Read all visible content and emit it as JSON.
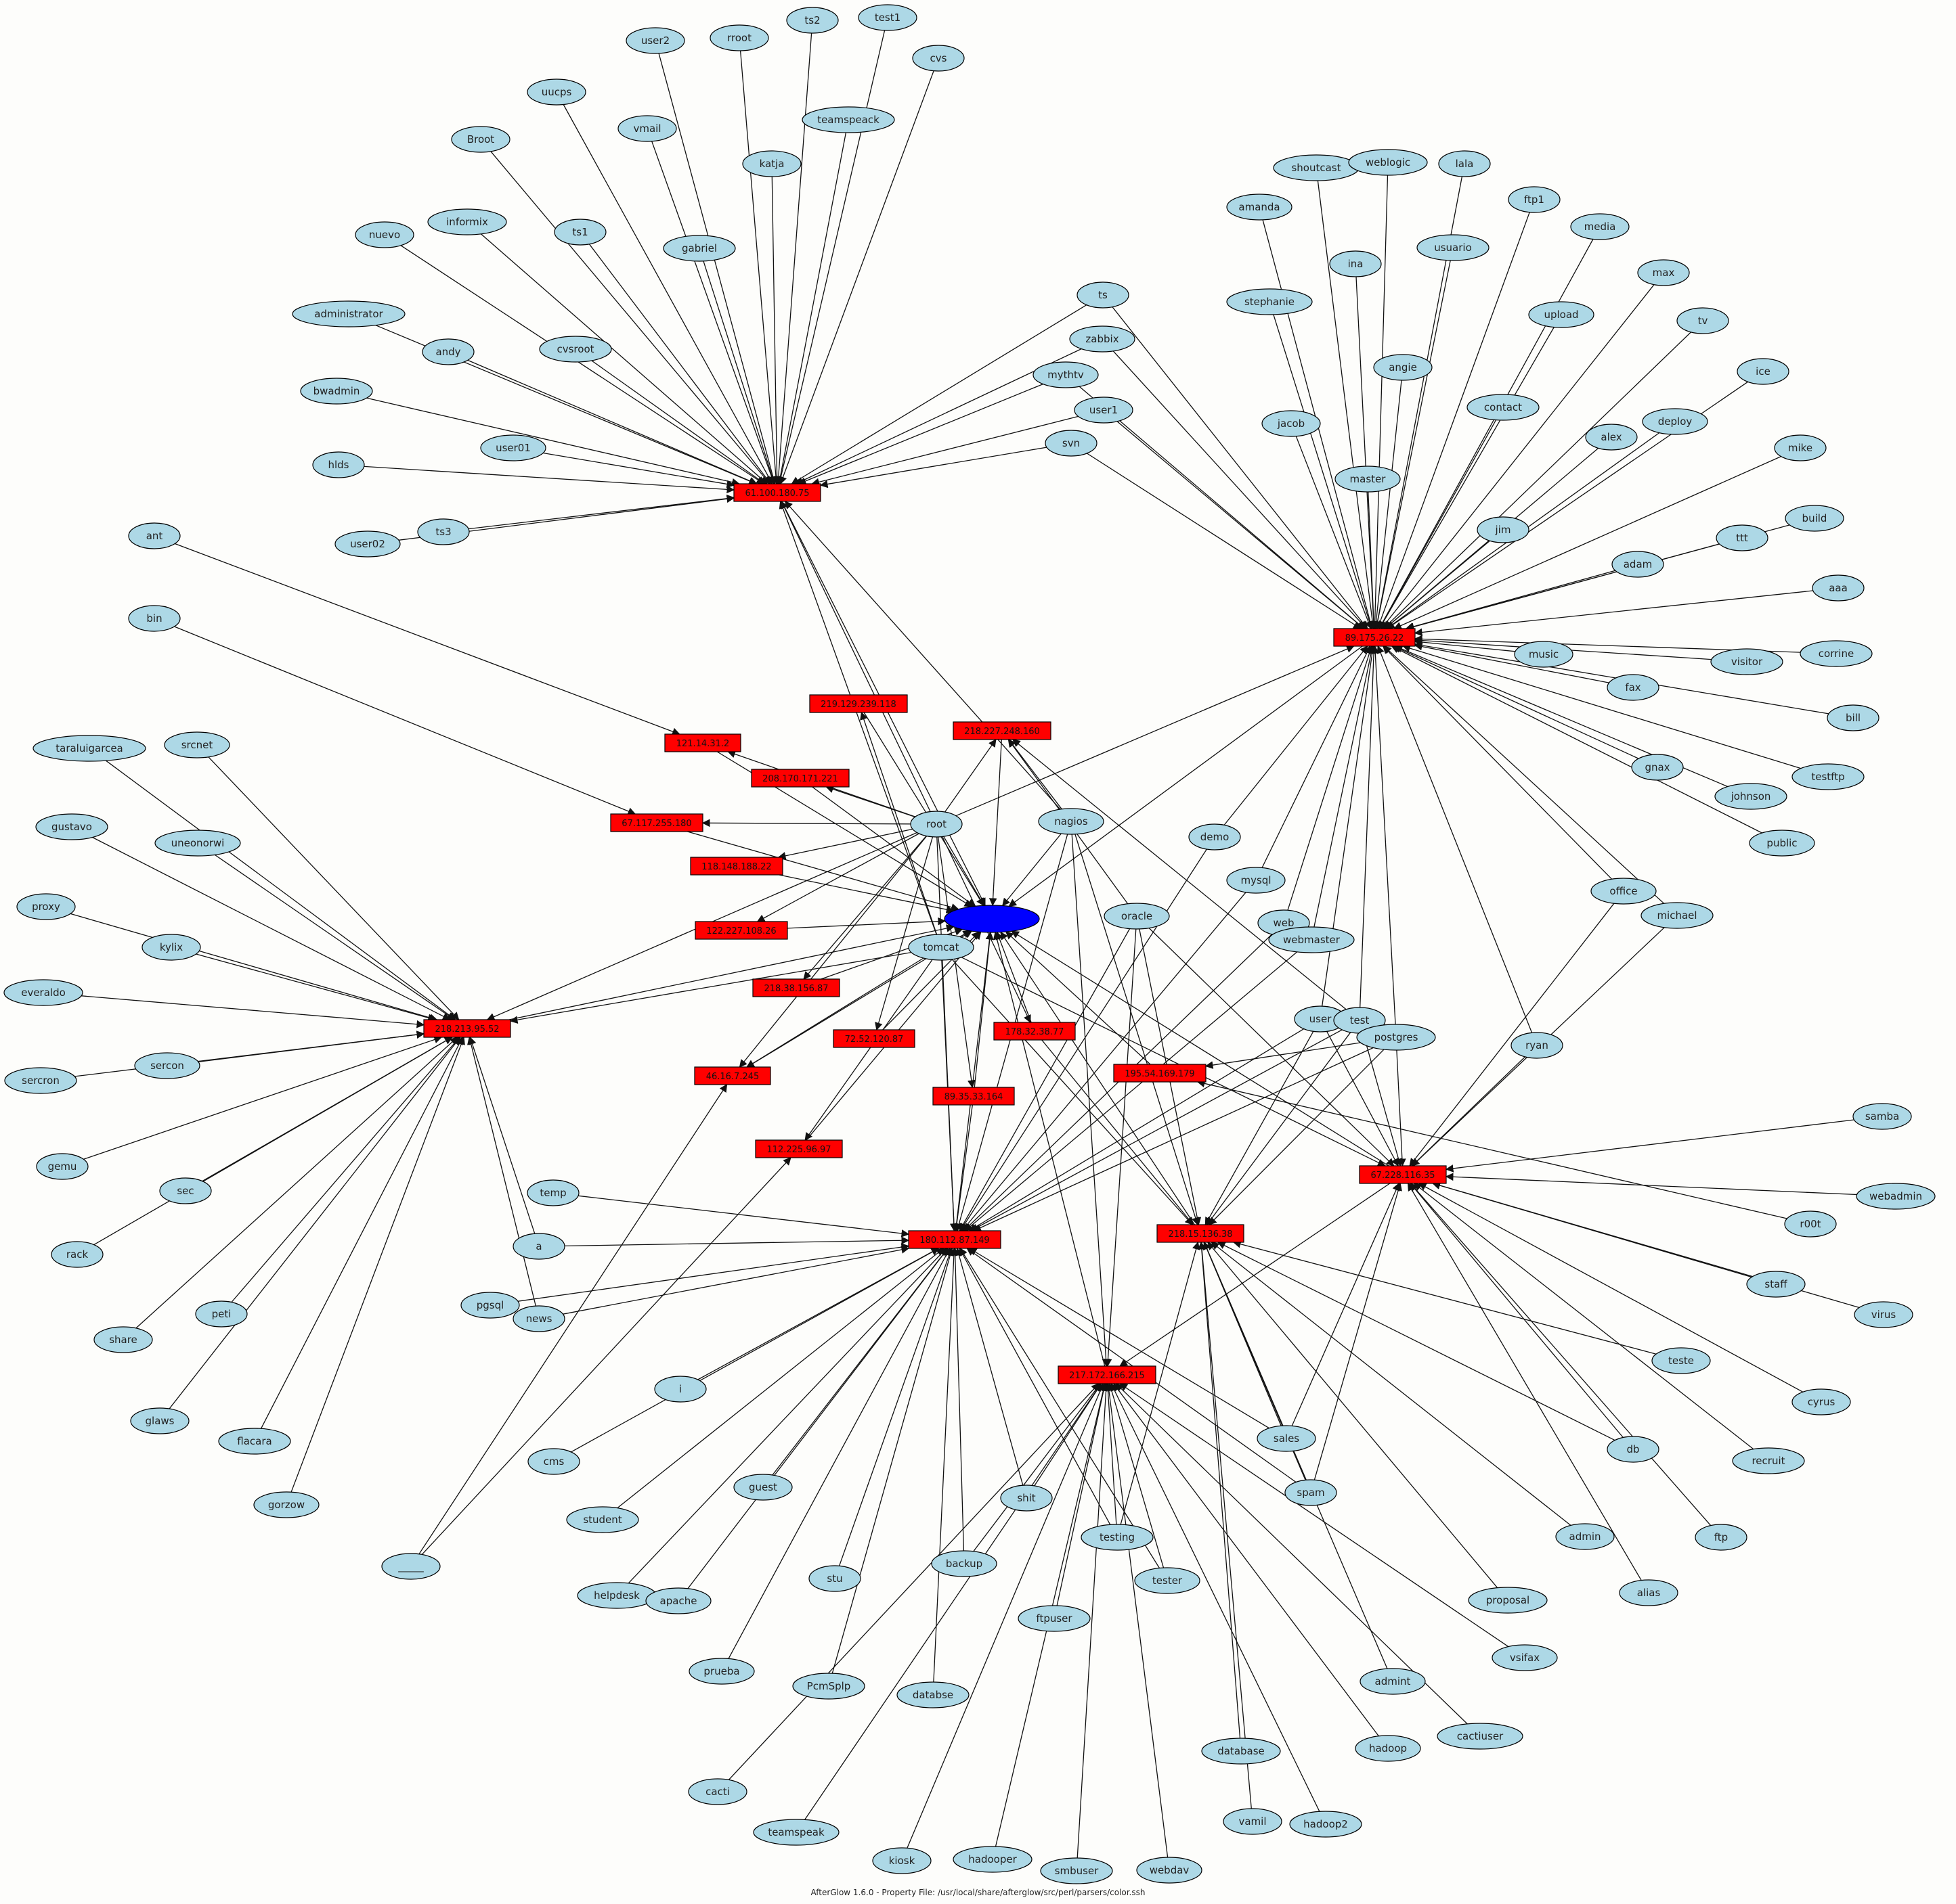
{
  "caption": "AfterGlow 1.6.0 - Property File: /usr/local/share/afterglow/src/perl/parsers/color.ssh",
  "colors": {
    "user": "#add8e6",
    "source": "#ff0000",
    "center": "#0000ff",
    "edge": "#111111"
  },
  "center": {
    "id": "C",
    "label": ""
  },
  "sources": [
    {
      "id": "H1",
      "label": "61.100.180.75"
    },
    {
      "id": "H2",
      "label": "89.175.26.22"
    },
    {
      "id": "H3",
      "label": "218.213.95.52"
    },
    {
      "id": "H4",
      "label": "67.228.116.35"
    },
    {
      "id": "H5",
      "label": "180.112.87.149"
    },
    {
      "id": "H6",
      "label": "218.15.136.38"
    },
    {
      "id": "H7",
      "label": "217.172.166.215"
    },
    {
      "id": "H8",
      "label": "195.54.169.179"
    },
    {
      "id": "S1",
      "label": "219.129.239.118"
    },
    {
      "id": "S2",
      "label": "121.14.31.2"
    },
    {
      "id": "S3",
      "label": "208.170.171.221"
    },
    {
      "id": "S4",
      "label": "218.227.248.160"
    },
    {
      "id": "S5",
      "label": "67.117.255.180"
    },
    {
      "id": "S6",
      "label": "118.148.188.22"
    },
    {
      "id": "S7",
      "label": "122.227.108.26"
    },
    {
      "id": "S8",
      "label": "218.38.156.87"
    },
    {
      "id": "S9",
      "label": "46.16.7.245"
    },
    {
      "id": "S10",
      "label": "72.52.120.87"
    },
    {
      "id": "S11",
      "label": "178.32.38.77"
    },
    {
      "id": "S12",
      "label": "89.35.33.164"
    },
    {
      "id": "S13",
      "label": "112.225.96.97"
    }
  ],
  "users": [
    {
      "id": "user2",
      "label": "user2",
      "targets": [
        "H1"
      ]
    },
    {
      "id": "rroot",
      "label": "rroot",
      "targets": [
        "H1"
      ]
    },
    {
      "id": "ts2",
      "label": "ts2",
      "targets": [
        "H1"
      ]
    },
    {
      "id": "test1",
      "label": "test1",
      "targets": [
        "H1"
      ]
    },
    {
      "id": "cvs",
      "label": "cvs",
      "targets": [
        "H1"
      ]
    },
    {
      "id": "uucps",
      "label": "uucps",
      "targets": [
        "H1"
      ]
    },
    {
      "id": "vmail",
      "label": "vmail",
      "targets": [
        "H1"
      ]
    },
    {
      "id": "teamspeack",
      "label": "teamspeack",
      "targets": [
        "H1"
      ]
    },
    {
      "id": "Broot",
      "label": "Broot",
      "targets": [
        "H1"
      ]
    },
    {
      "id": "katja",
      "label": "katja",
      "targets": [
        "H1"
      ]
    },
    {
      "id": "informix",
      "label": "informix",
      "targets": [
        "H1"
      ]
    },
    {
      "id": "ts1",
      "label": "ts1",
      "targets": [
        "H1"
      ]
    },
    {
      "id": "gabriel",
      "label": "gabriel",
      "targets": [
        "H1"
      ]
    },
    {
      "id": "nuevo",
      "label": "nuevo",
      "targets": [
        "H1"
      ]
    },
    {
      "id": "administrator",
      "label": "administrator",
      "targets": [
        "H1"
      ]
    },
    {
      "id": "andy",
      "label": "andy",
      "targets": [
        "H1"
      ]
    },
    {
      "id": "cvsroot",
      "label": "cvsroot",
      "targets": [
        "H1"
      ]
    },
    {
      "id": "bwadmin",
      "label": "bwadmin",
      "targets": [
        "H1"
      ]
    },
    {
      "id": "user01",
      "label": "user01",
      "targets": [
        "H1"
      ]
    },
    {
      "id": "hlds",
      "label": "hlds",
      "targets": [
        "H1"
      ]
    },
    {
      "id": "ts3",
      "label": "ts3",
      "targets": [
        "H1"
      ]
    },
    {
      "id": "user02",
      "label": "user02",
      "targets": [
        "H1"
      ]
    },
    {
      "id": "ts",
      "label": "ts",
      "targets": [
        "H1",
        "H2"
      ]
    },
    {
      "id": "zabbix",
      "label": "zabbix",
      "targets": [
        "H1",
        "H2"
      ]
    },
    {
      "id": "mythtv",
      "label": "mythtv",
      "targets": [
        "H1",
        "H2"
      ]
    },
    {
      "id": "user1",
      "label": "user1",
      "targets": [
        "H1",
        "H2"
      ]
    },
    {
      "id": "svn",
      "label": "svn",
      "targets": [
        "H1",
        "H2"
      ]
    },
    {
      "id": "shoutcast",
      "label": "shoutcast",
      "targets": [
        "H2"
      ]
    },
    {
      "id": "weblogic",
      "label": "weblogic",
      "targets": [
        "H2"
      ]
    },
    {
      "id": "lala",
      "label": "lala",
      "targets": [
        "H2"
      ]
    },
    {
      "id": "amanda",
      "label": "amanda",
      "targets": [
        "H2"
      ]
    },
    {
      "id": "ftp1",
      "label": "ftp1",
      "targets": [
        "H2"
      ]
    },
    {
      "id": "media",
      "label": "media",
      "targets": [
        "H2"
      ]
    },
    {
      "id": "ina",
      "label": "ina",
      "targets": [
        "H2"
      ]
    },
    {
      "id": "usuario",
      "label": "usuario",
      "targets": [
        "H2"
      ]
    },
    {
      "id": "max",
      "label": "max",
      "targets": [
        "H2"
      ]
    },
    {
      "id": "stephanie",
      "label": "stephanie",
      "targets": [
        "H2"
      ]
    },
    {
      "id": "upload",
      "label": "upload",
      "targets": [
        "H2"
      ]
    },
    {
      "id": "tv",
      "label": "tv",
      "targets": [
        "H2"
      ]
    },
    {
      "id": "angie",
      "label": "angie",
      "targets": [
        "H2"
      ]
    },
    {
      "id": "ice",
      "label": "ice",
      "targets": [
        "H2"
      ]
    },
    {
      "id": "contact",
      "label": "contact",
      "targets": [
        "H2"
      ]
    },
    {
      "id": "jacob",
      "label": "jacob",
      "targets": [
        "H2"
      ]
    },
    {
      "id": "deploy",
      "label": "deploy",
      "targets": [
        "H2"
      ]
    },
    {
      "id": "alex",
      "label": "alex",
      "targets": [
        "H2"
      ]
    },
    {
      "id": "mike",
      "label": "mike",
      "targets": [
        "H2"
      ]
    },
    {
      "id": "master",
      "label": "master",
      "targets": [
        "H2"
      ]
    },
    {
      "id": "build",
      "label": "build",
      "targets": [
        "H2"
      ]
    },
    {
      "id": "jim",
      "label": "jim",
      "targets": [
        "H2"
      ]
    },
    {
      "id": "ttt",
      "label": "ttt",
      "targets": [
        "H2"
      ]
    },
    {
      "id": "adam",
      "label": "adam",
      "targets": [
        "H2"
      ]
    },
    {
      "id": "aaa",
      "label": "aaa",
      "targets": [
        "H2"
      ]
    },
    {
      "id": "music",
      "label": "music",
      "targets": [
        "H2"
      ]
    },
    {
      "id": "visitor",
      "label": "visitor",
      "targets": [
        "H2"
      ]
    },
    {
      "id": "corrine",
      "label": "corrine",
      "targets": [
        "H2"
      ]
    },
    {
      "id": "fax",
      "label": "fax",
      "targets": [
        "H2"
      ]
    },
    {
      "id": "bill",
      "label": "bill",
      "targets": [
        "H2"
      ]
    },
    {
      "id": "gnax",
      "label": "gnax",
      "targets": [
        "H2"
      ]
    },
    {
      "id": "testftp",
      "label": "testftp",
      "targets": [
        "H2"
      ]
    },
    {
      "id": "johnson",
      "label": "johnson",
      "targets": [
        "H2"
      ]
    },
    {
      "id": "public",
      "label": "public",
      "targets": [
        "H2"
      ]
    },
    {
      "id": "office",
      "label": "office",
      "targets": [
        "H2",
        "H4"
      ]
    },
    {
      "id": "michael",
      "label": "michael",
      "targets": [
        "H2",
        "H4"
      ]
    },
    {
      "id": "ryan",
      "label": "ryan",
      "targets": [
        "H2",
        "H4"
      ]
    },
    {
      "id": "demo",
      "label": "demo",
      "targets": [
        "H2",
        "H5"
      ]
    },
    {
      "id": "mysql",
      "label": "mysql",
      "targets": [
        "H2",
        "H5"
      ]
    },
    {
      "id": "web",
      "label": "web",
      "targets": [
        "H2",
        "H5"
      ]
    },
    {
      "id": "webmaster",
      "label": "webmaster",
      "targets": [
        "H2",
        "H5"
      ]
    },
    {
      "id": "user",
      "label": "user",
      "targets": [
        "H2",
        "H4",
        "H5",
        "H6"
      ]
    },
    {
      "id": "test",
      "label": "test",
      "targets": [
        "H2",
        "H4",
        "H5",
        "H6",
        "S4"
      ]
    },
    {
      "id": "postgres",
      "label": "postgres",
      "targets": [
        "H2",
        "H4",
        "H5",
        "H6",
        "H8"
      ]
    },
    {
      "id": "root",
      "label": "root",
      "targets": [
        "C",
        "H1",
        "H2",
        "H3",
        "H5",
        "S2",
        "S3",
        "S4",
        "S5",
        "S6",
        "S7",
        "S8",
        "S9",
        "S10",
        "S11",
        "S12"
      ]
    },
    {
      "id": "nagios",
      "label": "nagios",
      "targets": [
        "C",
        "H1",
        "S4",
        "H5",
        "H6",
        "H7"
      ]
    },
    {
      "id": "oracle",
      "label": "oracle",
      "targets": [
        "H5",
        "H6",
        "H7",
        "S4",
        "H4"
      ]
    },
    {
      "id": "tomcat",
      "label": "tomcat",
      "targets": [
        "C",
        "H1",
        "H3",
        "H5",
        "H6",
        "H4",
        "S13",
        "S1",
        "S9"
      ]
    },
    {
      "id": "ant",
      "label": "ant",
      "targets": [
        "S2"
      ]
    },
    {
      "id": "bin",
      "label": "bin",
      "targets": [
        "S5"
      ]
    },
    {
      "id": "taraluigarcea",
      "label": "taraluigarcea",
      "targets": [
        "H3"
      ]
    },
    {
      "id": "srcnet",
      "label": "srcnet",
      "targets": [
        "H3"
      ]
    },
    {
      "id": "gustavo",
      "label": "gustavo",
      "targets": [
        "H3"
      ]
    },
    {
      "id": "uneonorwi",
      "label": "uneonorwi",
      "targets": [
        "H3"
      ]
    },
    {
      "id": "proxy",
      "label": "proxy",
      "targets": [
        "H3"
      ]
    },
    {
      "id": "kylix",
      "label": "kylix",
      "targets": [
        "H3"
      ]
    },
    {
      "id": "everaldo",
      "label": "everaldo",
      "targets": [
        "H3"
      ]
    },
    {
      "id": "sercon",
      "label": "sercon",
      "targets": [
        "H3"
      ]
    },
    {
      "id": "sercron",
      "label": "sercron",
      "targets": [
        "H3"
      ]
    },
    {
      "id": "gemu",
      "label": "gemu",
      "targets": [
        "H3"
      ]
    },
    {
      "id": "sec",
      "label": "sec",
      "targets": [
        "H3"
      ]
    },
    {
      "id": "rack",
      "label": "rack",
      "targets": [
        "H3"
      ]
    },
    {
      "id": "share",
      "label": "share",
      "targets": [
        "H3"
      ]
    },
    {
      "id": "peti",
      "label": "peti",
      "targets": [
        "H3"
      ]
    },
    {
      "id": "glaws",
      "label": "glaws",
      "targets": [
        "H3"
      ]
    },
    {
      "id": "flacara",
      "label": "flacara",
      "targets": [
        "H3"
      ]
    },
    {
      "id": "gorzow",
      "label": "gorzow",
      "targets": [
        "H3"
      ]
    },
    {
      "id": "a",
      "label": "a",
      "targets": [
        "H3",
        "H5"
      ]
    },
    {
      "id": "news",
      "label": "news",
      "targets": [
        "H3",
        "H5"
      ]
    },
    {
      "id": "temp",
      "label": "temp",
      "targets": [
        "H5"
      ]
    },
    {
      "id": "pgsql",
      "label": "pgsql",
      "targets": [
        "H5"
      ]
    },
    {
      "id": "underscore",
      "label": "_____",
      "targets": [
        "S9",
        "S13"
      ]
    },
    {
      "id": "i",
      "label": "i",
      "targets": [
        "H5"
      ]
    },
    {
      "id": "cms",
      "label": "cms",
      "targets": [
        "H5"
      ]
    },
    {
      "id": "student",
      "label": "student",
      "targets": [
        "H5"
      ]
    },
    {
      "id": "guest",
      "label": "guest",
      "targets": [
        "H5"
      ]
    },
    {
      "id": "helpdesk",
      "label": "helpdesk",
      "targets": [
        "H5"
      ]
    },
    {
      "id": "apache",
      "label": "apache",
      "targets": [
        "H5"
      ]
    },
    {
      "id": "stu",
      "label": "stu",
      "targets": [
        "H5"
      ]
    },
    {
      "id": "prueba",
      "label": "prueba",
      "targets": [
        "H5"
      ]
    },
    {
      "id": "PcmSplp",
      "label": "PcmSplp",
      "targets": [
        "H5"
      ]
    },
    {
      "id": "databse",
      "label": "databse",
      "targets": [
        "H5"
      ]
    },
    {
      "id": "backup",
      "label": "backup",
      "targets": [
        "H5",
        "H7"
      ]
    },
    {
      "id": "shit",
      "label": "shit",
      "targets": [
        "H5",
        "H7"
      ]
    },
    {
      "id": "testing",
      "label": "testing",
      "targets": [
        "H5",
        "H6",
        "H7"
      ]
    },
    {
      "id": "tester",
      "label": "tester",
      "targets": [
        "H5",
        "H7"
      ]
    },
    {
      "id": "sales",
      "label": "sales",
      "targets": [
        "H5",
        "H6",
        "H4"
      ]
    },
    {
      "id": "spam",
      "label": "spam",
      "targets": [
        "H5",
        "H6",
        "H4"
      ]
    },
    {
      "id": "cacti",
      "label": "cacti",
      "targets": [
        "H7"
      ]
    },
    {
      "id": "teamspeak",
      "label": "teamspeak",
      "targets": [
        "H7"
      ]
    },
    {
      "id": "kiosk",
      "label": "kiosk",
      "targets": [
        "H7"
      ]
    },
    {
      "id": "hadooper",
      "label": "hadooper",
      "targets": [
        "H7"
      ]
    },
    {
      "id": "ftpuser",
      "label": "ftpuser",
      "targets": [
        "H7"
      ]
    },
    {
      "id": "smbuser",
      "label": "smbuser",
      "targets": [
        "H7"
      ]
    },
    {
      "id": "webdav",
      "label": "webdav",
      "targets": [
        "H7"
      ]
    },
    {
      "id": "database",
      "label": "database",
      "targets": [
        "H6"
      ]
    },
    {
      "id": "vamil",
      "label": "vamil",
      "targets": [
        "H6"
      ]
    },
    {
      "id": "hadoop2",
      "label": "hadoop2",
      "targets": [
        "H7"
      ]
    },
    {
      "id": "hadoop",
      "label": "hadoop",
      "targets": [
        "H7"
      ]
    },
    {
      "id": "admint",
      "label": "admint",
      "targets": [
        "H6"
      ]
    },
    {
      "id": "cactiuser",
      "label": "cactiuser",
      "targets": [
        "H7"
      ]
    },
    {
      "id": "vsifax",
      "label": "vsifax",
      "targets": [
        "H7"
      ]
    },
    {
      "id": "proposal",
      "label": "proposal",
      "targets": [
        "H6"
      ]
    },
    {
      "id": "admin",
      "label": "admin",
      "targets": [
        "H6"
      ]
    },
    {
      "id": "alias",
      "label": "alias",
      "targets": [
        "H4"
      ]
    },
    {
      "id": "ftp",
      "label": "ftp",
      "targets": [
        "H4"
      ]
    },
    {
      "id": "db",
      "label": "db",
      "targets": [
        "H4",
        "H6"
      ]
    },
    {
      "id": "recruit",
      "label": "recruit",
      "targets": [
        "H4"
      ]
    },
    {
      "id": "cyrus",
      "label": "cyrus",
      "targets": [
        "H4"
      ]
    },
    {
      "id": "teste",
      "label": "teste",
      "targets": [
        "H6"
      ]
    },
    {
      "id": "staff",
      "label": "staff",
      "targets": [
        "H4"
      ]
    },
    {
      "id": "virus",
      "label": "virus",
      "targets": [
        "H4"
      ]
    },
    {
      "id": "samba",
      "label": "samba",
      "targets": [
        "H4"
      ]
    },
    {
      "id": "webadmin",
      "label": "webadmin",
      "targets": [
        "H4"
      ]
    },
    {
      "id": "r00t",
      "label": "r00t",
      "targets": [
        "H8"
      ]
    }
  ],
  "host_links": [
    {
      "from": "S1",
      "to": "C"
    },
    {
      "from": "S2",
      "to": "C"
    },
    {
      "from": "S3",
      "to": "C"
    },
    {
      "from": "S4",
      "to": "C"
    },
    {
      "from": "S5",
      "to": "C"
    },
    {
      "from": "S6",
      "to": "C"
    },
    {
      "from": "S7",
      "to": "C"
    },
    {
      "from": "S8",
      "to": "C"
    },
    {
      "from": "S9",
      "to": "C"
    },
    {
      "from": "S10",
      "to": "C"
    },
    {
      "from": "S11",
      "to": "C"
    },
    {
      "from": "S12",
      "to": "C"
    },
    {
      "from": "S13",
      "to": "C"
    },
    {
      "from": "H1",
      "to": "C"
    },
    {
      "from": "H2",
      "to": "C"
    },
    {
      "from": "H3",
      "to": "C"
    },
    {
      "from": "H4",
      "to": "C"
    },
    {
      "from": "H5",
      "to": "C"
    },
    {
      "from": "H6",
      "to": "C"
    },
    {
      "from": "H7",
      "to": "C"
    },
    {
      "from": "H8",
      "to": "C"
    },
    {
      "from": "H4",
      "to": "H7"
    },
    {
      "from": "S11",
      "to": "H6"
    },
    {
      "from": "S12",
      "to": "H5"
    }
  ]
}
